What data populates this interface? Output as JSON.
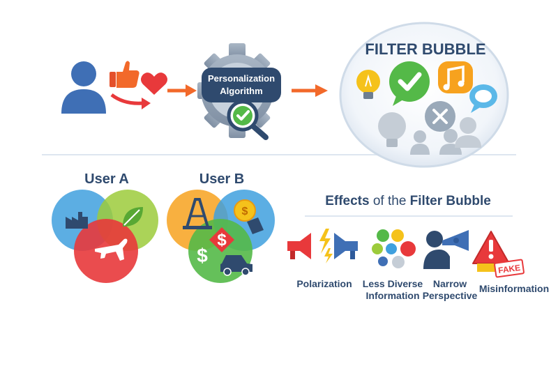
{
  "flow": {
    "algorithm_line1": "Personalization",
    "algorithm_line2": "Algorithm"
  },
  "bubble": {
    "title": "FILTER BUBBLE"
  },
  "users": {
    "a_label": "User A",
    "b_label": "User B"
  },
  "effects": {
    "title_pre": "Effects ",
    "title_of": "of the ",
    "title_post": "Filter Bubble",
    "items": [
      {
        "line1": "Polarization",
        "line2": ""
      },
      {
        "line1": "Less Diverse",
        "line2": "Information"
      },
      {
        "line1": "Narrow",
        "line2": "Perspective"
      },
      {
        "line1": "Misinformation",
        "line2": ""
      }
    ],
    "fake_stamp": "FAKE"
  },
  "icons": {
    "user": "user-icon",
    "thumbs_up": "thumbs-up-icon",
    "heart": "heart-icon",
    "gear": "gear-icon",
    "magnifier_check": "magnifier-check-icon",
    "lightbulb": "lightbulb-icon",
    "check_bubble": "check-bubble-icon",
    "music": "music-note-icon",
    "speech": "speech-bubble-icon",
    "x_bubble": "x-bubble-icon",
    "factory": "factory-icon",
    "leaf": "leaf-icon",
    "airplane": "airplane-icon",
    "oil_rig": "oil-rig-icon",
    "coin": "coin-icon",
    "dollar": "dollar-icon",
    "car": "car-icon",
    "megaphone": "megaphone-icon",
    "lightning": "lightning-icon",
    "dots": "colored-dots-icon",
    "person_megaphone": "person-megaphone-icon",
    "warning": "warning-triangle-icon"
  },
  "colors": {
    "blue": "#3f6fb5",
    "orange": "#f2692a",
    "red": "#e8393b",
    "green": "#54b948",
    "yellow": "#f5c21b",
    "navy": "#2f4a6e"
  }
}
